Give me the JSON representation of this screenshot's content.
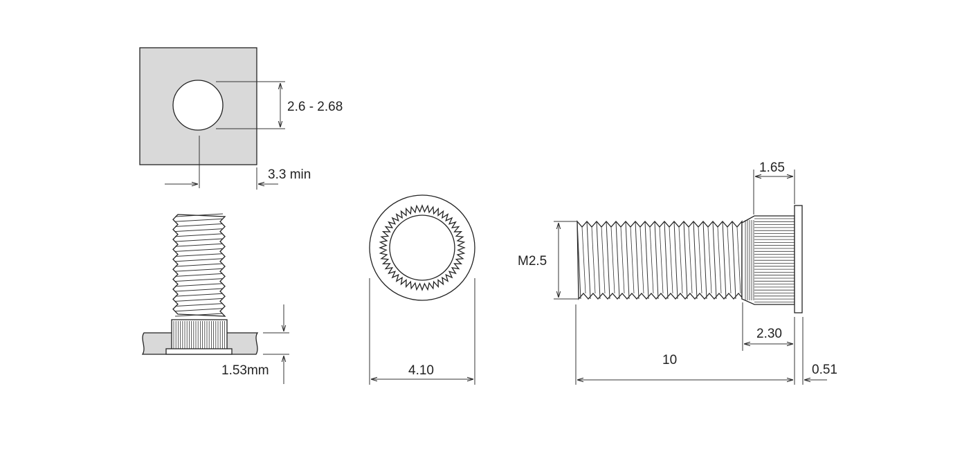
{
  "colors": {
    "panel": "#d9d9d9",
    "line": "#222222"
  },
  "dimensions": {
    "hole_diameter": "2.6 - 2.68",
    "edge_distance": "3.3 min",
    "panel_thickness": "1.53mm",
    "head_diameter": "4.10",
    "thread_size": "M2.5",
    "knurl_length": "1.65",
    "shank_length": "2.30",
    "total_length": "10",
    "head_thickness": "0.51"
  }
}
